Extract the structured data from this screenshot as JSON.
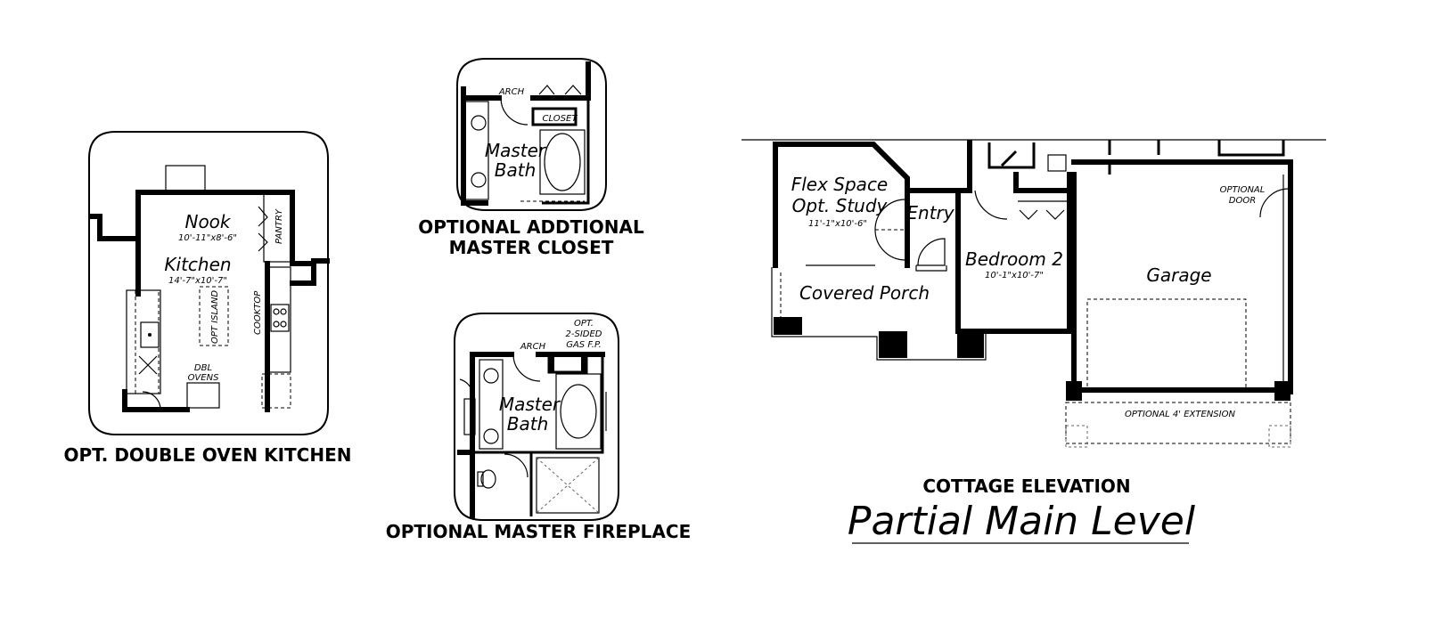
{
  "captions": {
    "double_oven_kitchen": "OPT. DOUBLE OVEN KITCHEN",
    "additional_closet_line1": "OPTIONAL ADDTIONAL",
    "additional_closet_line2": "MASTER CLOSET",
    "master_fireplace": "OPTIONAL MASTER FIREPLACE",
    "elevation": "COTTAGE ELEVATION",
    "level_title": "Partial Main Level"
  },
  "kitchen_option": {
    "nook": "Nook",
    "nook_dim": "10'-11\"x8'-6\"",
    "kitchen": "Kitchen",
    "kitchen_dim": "14'-7\"x10'-7\"",
    "pantry": "PANTRY",
    "island": "OPT ISLAND",
    "cooktop": "COOKTOP",
    "dbl": "DBL",
    "ovens": "OVENS"
  },
  "closet_option": {
    "arch": "ARCH",
    "closet": "CLOSET",
    "master": "Master",
    "bath": "Bath"
  },
  "fireplace_option": {
    "opt": "OPT.",
    "two_sided": "2-SIDED",
    "gas_fp": "GAS F.P.",
    "arch": "ARCH",
    "master": "Master",
    "bath": "Bath"
  },
  "main_level": {
    "flex_space": "Flex Space",
    "opt_study": "Opt. Study",
    "flex_dim": "11'-1\"x10'-6\"",
    "entry": "Entry",
    "covered_porch": "Covered Porch",
    "bedroom2": "Bedroom 2",
    "bedroom2_dim": "10'-1\"x10'-7\"",
    "garage": "Garage",
    "optional": "OPTIONAL",
    "door": "DOOR",
    "extension": "OPTIONAL 4' EXTENSION"
  }
}
